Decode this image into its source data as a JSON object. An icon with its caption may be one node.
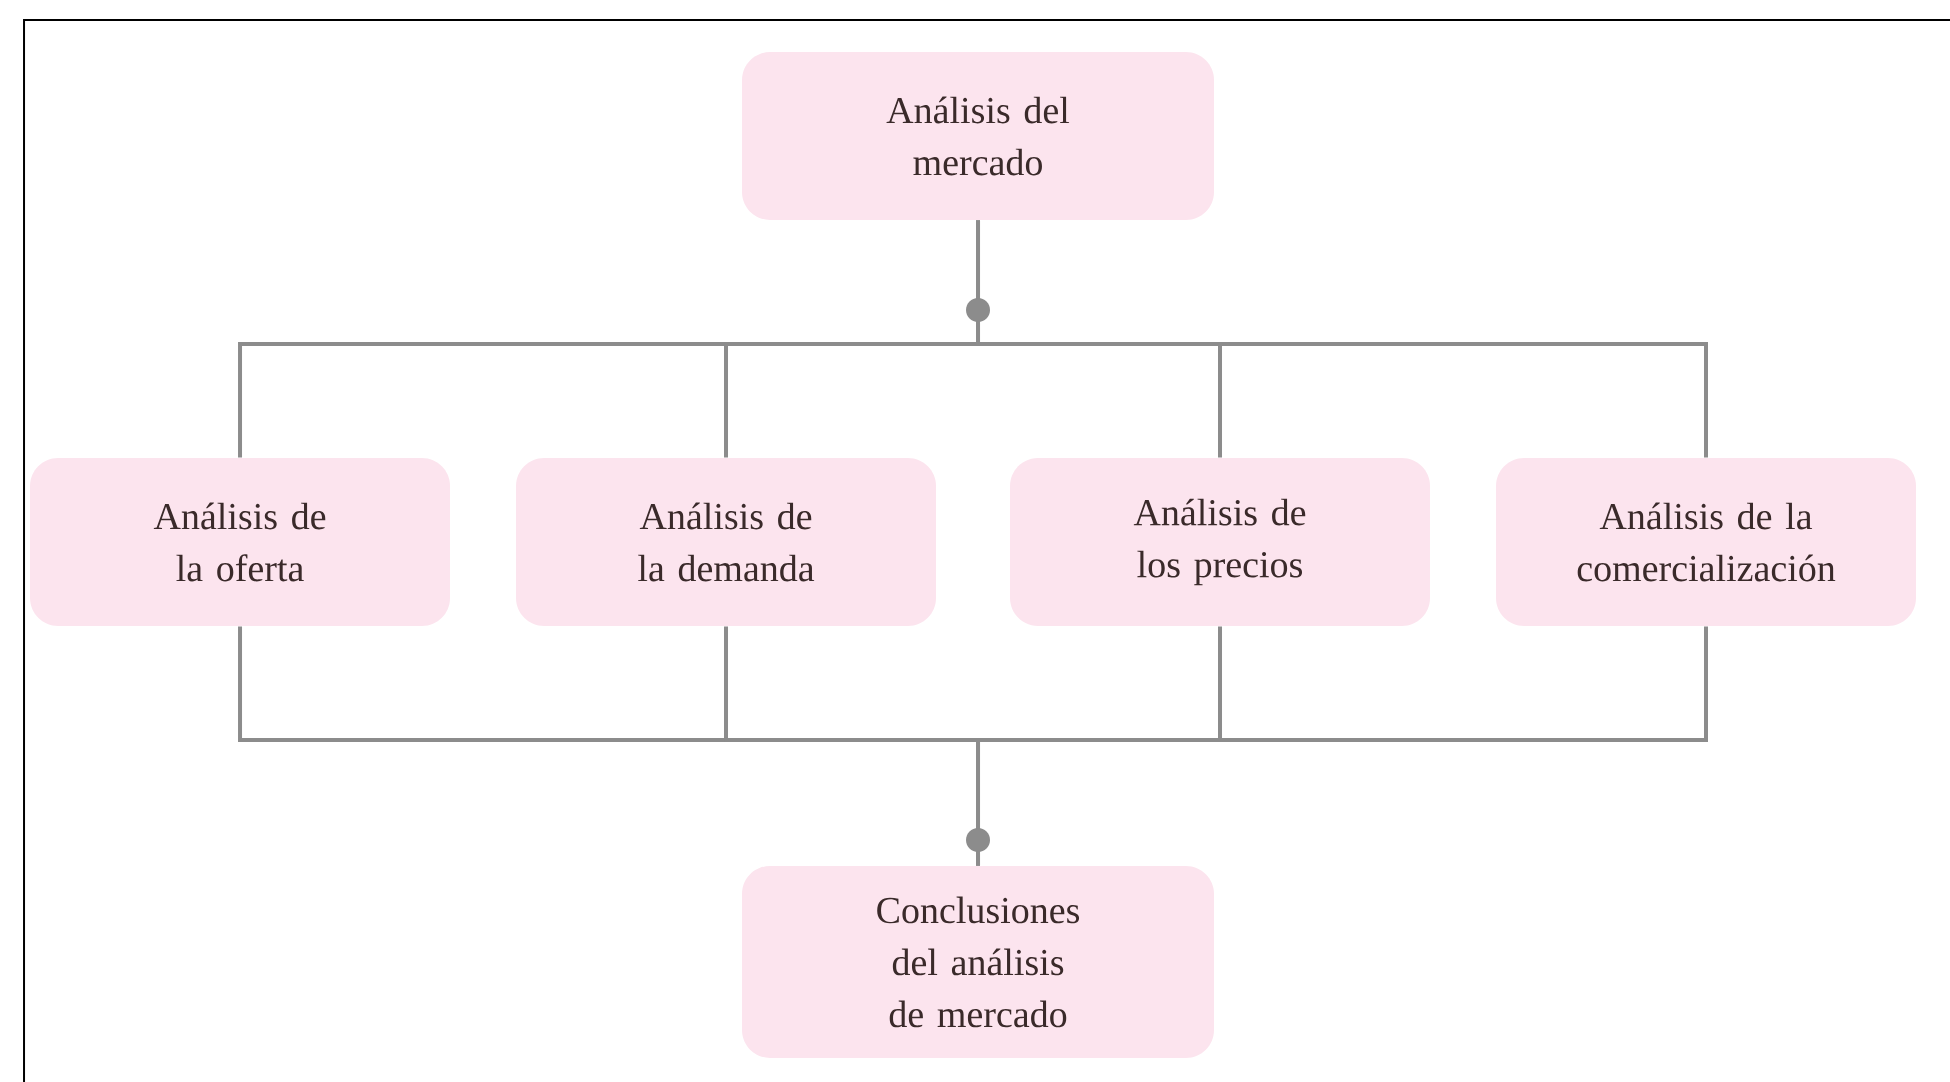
{
  "diagram": {
    "nodes": [
      {
        "text": [
          "Análisis del mercado"
        ]
      },
      {
        "text": [
          "Análisis de la oferta"
        ]
      },
      {
        "text": [
          "Análisis de la demanda"
        ]
      },
      {
        "text": [
          "Análisis de los precios"
        ]
      },
      {
        "text": [
          "Análisis de la comercialización"
        ]
      },
      {
        "text": [
          "Conclusiones del análisis de mercado"
        ]
      }
    ],
    "edges": [
      {
        "from": 0,
        "to": 1,
        "arrow": "none"
      },
      {
        "from": 0,
        "to": 2,
        "arrow": "none"
      },
      {
        "from": 0,
        "to": 3,
        "arrow": "none"
      },
      {
        "from": 0,
        "to": 4,
        "arrow": "none"
      },
      {
        "from": 1,
        "to": 5,
        "arrow": "none"
      },
      {
        "from": 2,
        "to": 5,
        "arrow": "none"
      },
      {
        "from": 3,
        "to": 5,
        "arrow": "none"
      },
      {
        "from": 4,
        "to": 5,
        "arrow": "none"
      }
    ]
  }
}
